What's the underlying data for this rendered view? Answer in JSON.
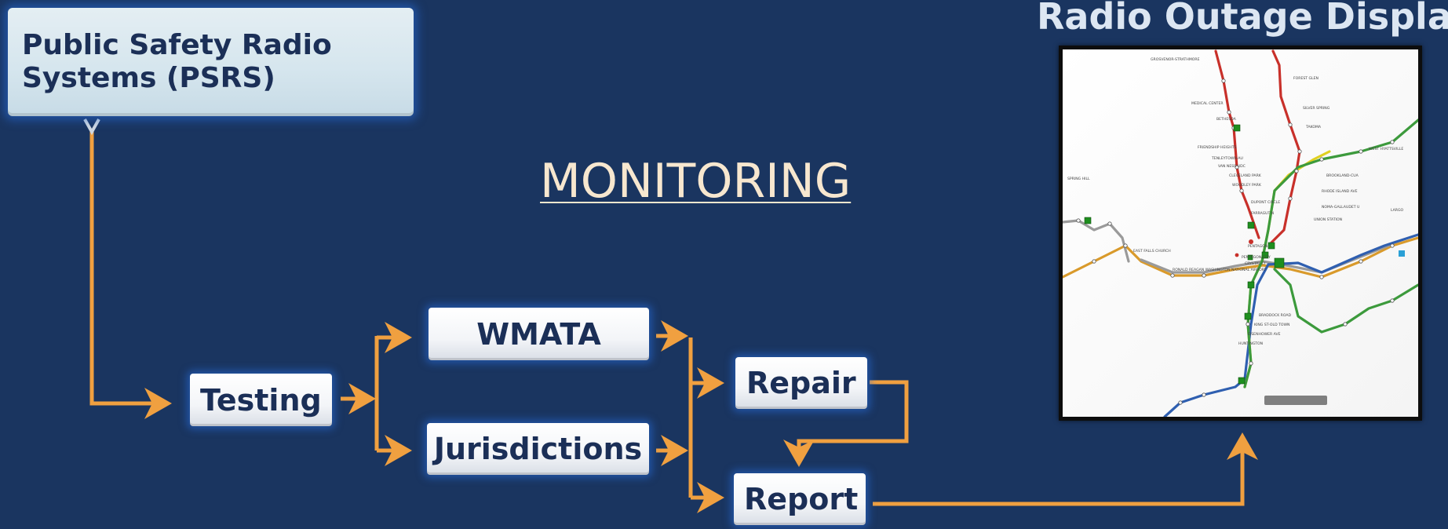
{
  "diagram": {
    "title": "MONITORING",
    "nodes": {
      "psrs": "Public Safety Radio Systems (PSRS)",
      "testing": "Testing",
      "wmata": "WMATA",
      "jurisdictions": "Jurisdictions",
      "repair": "Repair",
      "report": "Report"
    },
    "display_title": "Radio Outage Display",
    "edges": [
      {
        "from": "psrs",
        "to": "testing"
      },
      {
        "from": "testing",
        "to": "wmata"
      },
      {
        "from": "testing",
        "to": "jurisdictions"
      },
      {
        "from": "wmata",
        "to": "repair"
      },
      {
        "from": "wmata",
        "to": "report"
      },
      {
        "from": "jurisdictions",
        "to": "repair"
      },
      {
        "from": "jurisdictions",
        "to": "report"
      },
      {
        "from": "repair",
        "to": "report"
      },
      {
        "from": "report",
        "to": "radio-outage-display"
      }
    ],
    "colors": {
      "background": "#1a3560",
      "connector": "#f0a040",
      "node_text": "#1b2f57",
      "title_text": "#f7e7cf",
      "display_title_text": "#dce6f2"
    }
  },
  "map": {
    "stations": [
      "GROSVENOR-STRATHMORE",
      "FOREST GLEN",
      "MEDICAL CENTER",
      "SILVER SPRING",
      "BETHESDA",
      "TAKOMA",
      "FRIENDSHIP HEIGHTS",
      "TENLEYTOWN-AU",
      "VAN NESS-UDC",
      "CLEVELAND PARK",
      "WOODLEY PARK",
      "DUPONT CIRCLE",
      "FARRAGUT N",
      "BROOKLAND-CUA",
      "RHODE ISLAND AVE",
      "NOMA-GALLAUDET U",
      "UNION STATION",
      "WEST HYATTSVILLE",
      "SPRING HILL",
      "PENTAGON",
      "PENTAGON CITY",
      "CRYSTAL CI",
      "RONALD REAGAN WASHINGTON NATIONAL AIRPORT",
      "BRADDOCK ROAD",
      "KING ST-OLD TOWN",
      "EISENHOWER AVE",
      "HUNTINGTON",
      "LARGO",
      "EAST FALLS CHURCH"
    ],
    "line_colors": {
      "red": "#c8302a",
      "orange": "#d99a2b",
      "blue": "#2f5fb0",
      "green": "#3c9a3c",
      "yellow": "#e0d020",
      "silver": "#9a9a9a"
    },
    "alert_color": "#1f8f1f"
  }
}
